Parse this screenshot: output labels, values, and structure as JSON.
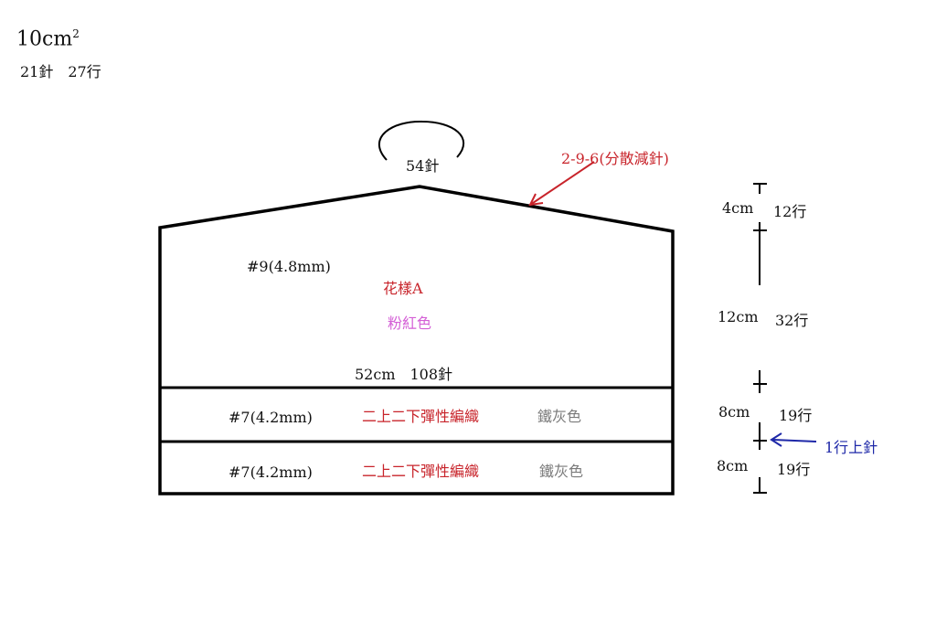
{
  "gauge": {
    "size": "10cm",
    "exp": "2",
    "stitches_rows": "21針　27行"
  },
  "neck": {
    "stitches": "54針"
  },
  "decrease": {
    "note": "2-9-6(分散減針)"
  },
  "body": {
    "needle": "#9(4.8mm)",
    "pattern": "花樣A",
    "color": "粉紅色",
    "width": "52cm　108針"
  },
  "rib1": {
    "needle": "#7(4.2mm)",
    "pattern": "二上二下彈性編織",
    "color": "鐵灰色"
  },
  "rib2": {
    "needle": "#7(4.2mm)",
    "pattern": "二上二下彈性編織",
    "color": "鐵灰色"
  },
  "dims": {
    "top_cm": "4cm",
    "top_rows": "12行",
    "mid_cm": "12cm",
    "mid_rows": "32行",
    "rib1_cm": "8cm",
    "rib1_rows": "19行",
    "rib2_cm": "8cm",
    "rib2_rows": "19行"
  },
  "cast_on": {
    "note": "1行上針"
  },
  "colors": {
    "red": "#c8242b",
    "pink": "#d45fd6",
    "gray": "#7a7a7a",
    "blue": "#1e28a8"
  }
}
